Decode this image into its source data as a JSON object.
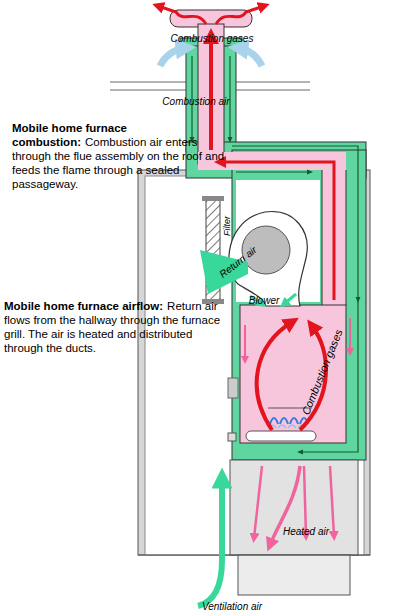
{
  "diagram": {
    "labels": [
      "Combustion gases",
      "Combustion air",
      "Mobile home furnace combustion:",
      "Combustion air enters through the flue assembly on the roof and feeds the flame through a sealed passageway.",
      "Filter",
      "Return air",
      "Blower",
      "Combustion gases",
      "Mobile home furnace airflow:",
      "Return air flows from the hallway through the furnace grill. The air is heated and distributed through the ducts.",
      "Heated air",
      "Ventilation air"
    ]
  }
}
